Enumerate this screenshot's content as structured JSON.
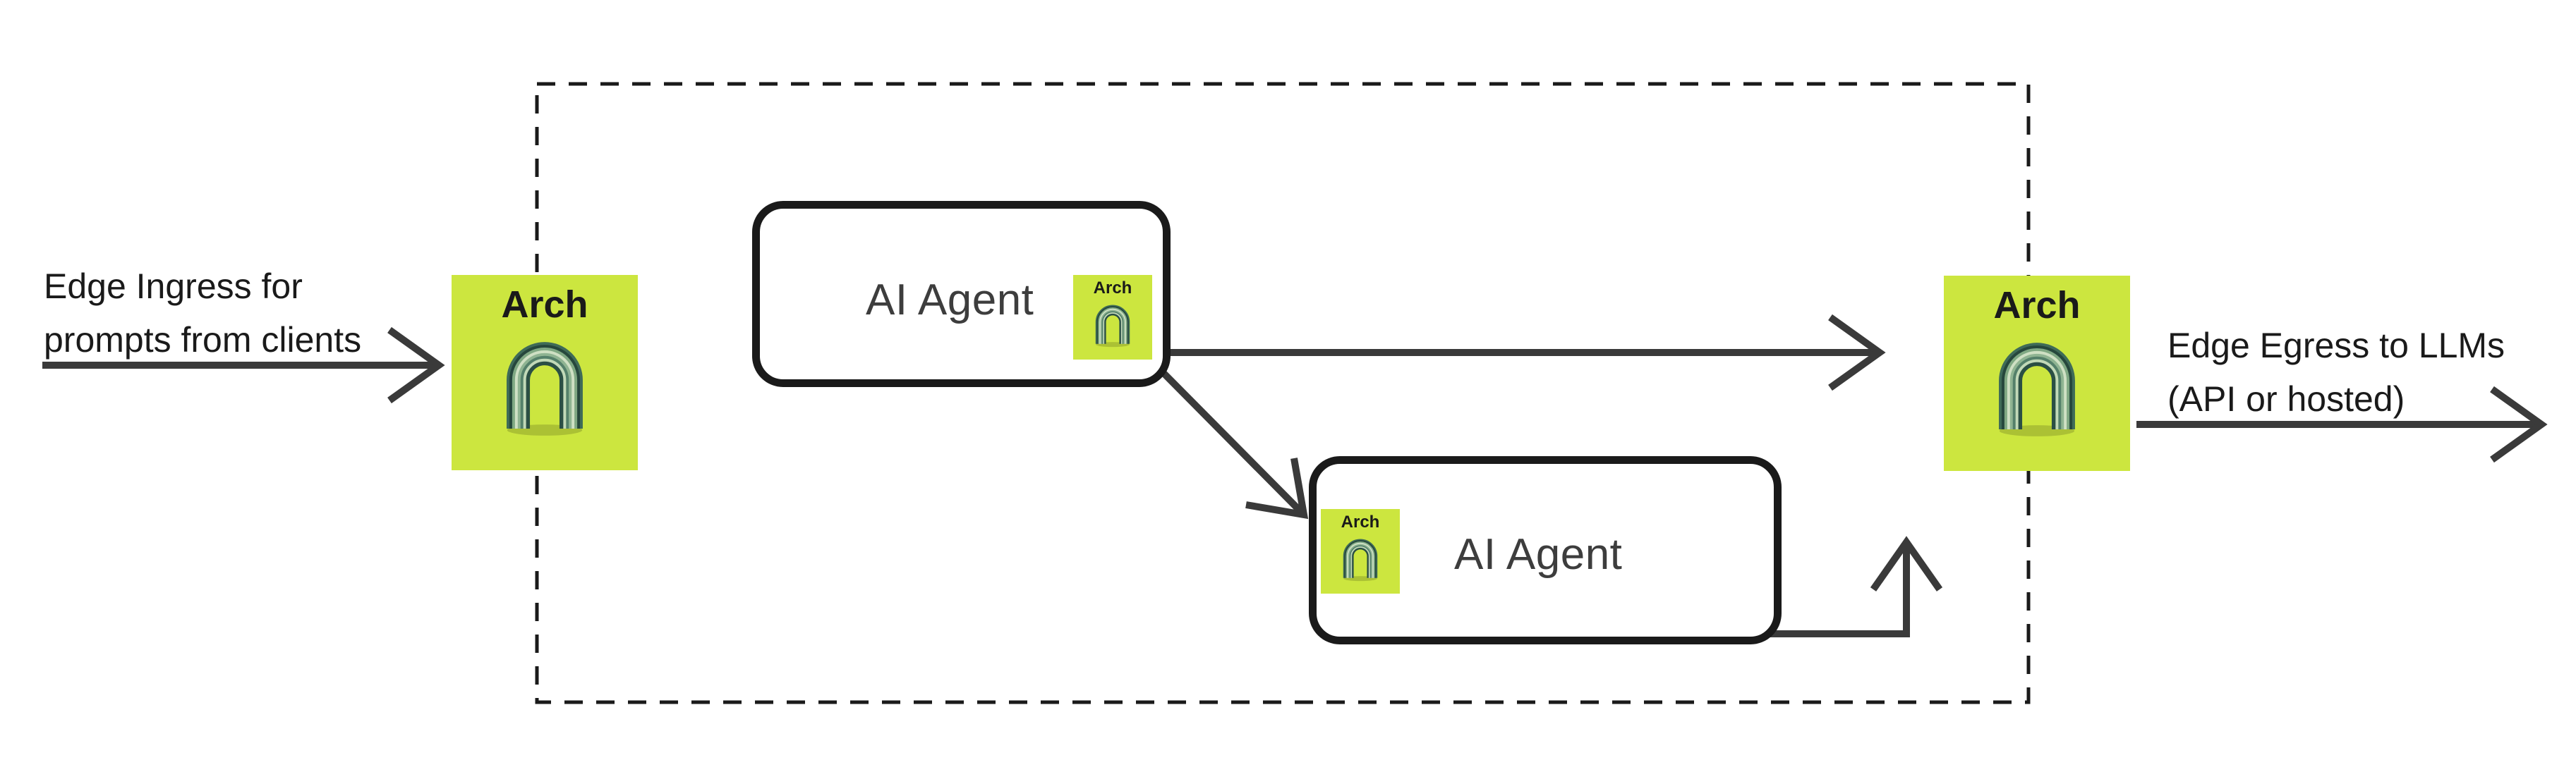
{
  "labels": {
    "ingress": {
      "line1": "Edge Ingress for",
      "line2": "prompts from clients"
    },
    "egress": {
      "line1": "Edge Egress to LLMs",
      "line2": "(API or hosted)"
    }
  },
  "agents": [
    {
      "label": "AI Agent"
    },
    {
      "label": "AI Agent"
    }
  ],
  "logo": {
    "label": "Arch"
  },
  "colors": {
    "lime": "#cce63f",
    "ink": "#1a1a1a",
    "arrow": "#3a3a3a",
    "agent_text": "#3d3d3d",
    "ag0": "#3f6b58",
    "ag1": "#26473c",
    "ag2": "#7fa883",
    "ag3": "#cfe0c4",
    "ag4": "#8fb492",
    "ag5": "#54806a",
    "ag6": "#c2d9b8",
    "ag7": "#2b4f44"
  }
}
